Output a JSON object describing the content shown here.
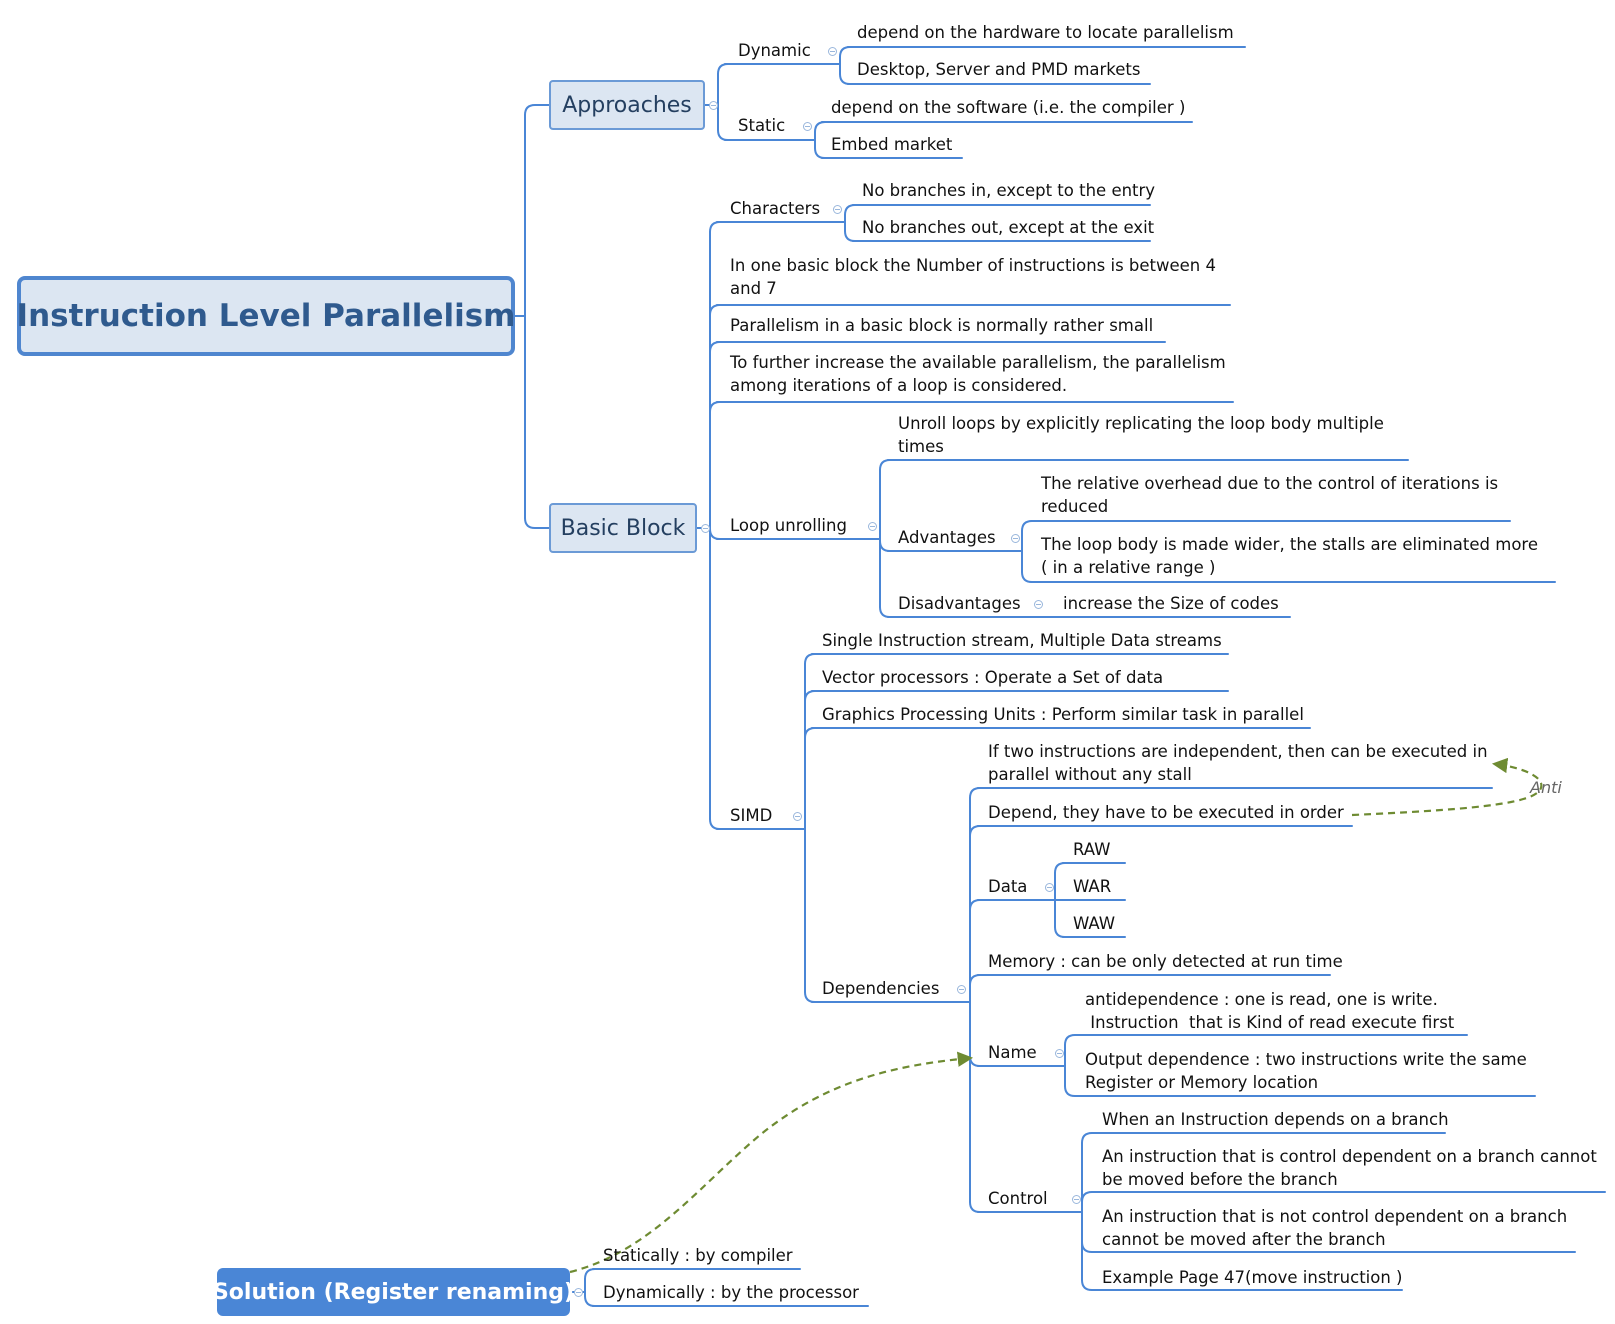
{
  "root": "Instruction Level Parallelism",
  "approaches": {
    "label": "Approaches",
    "dynamic": {
      "label": "Dynamic",
      "items": [
        "depend on the hardware to locate parallelism",
        "Desktop, Server and PMD markets"
      ]
    },
    "static": {
      "label": "Static",
      "items": [
        "depend on the software (i.e. the compiler )",
        "Embed market"
      ]
    }
  },
  "basic_block": {
    "label": "Basic Block",
    "characters": {
      "label": "Characters",
      "items": [
        "No branches in, except to the entry",
        "No branches out, except at the exit"
      ]
    },
    "instructions_count": [
      "In one basic block the Number of instructions is between 4",
      "and 7"
    ],
    "small_parallelism": "Parallelism in a basic block is normally rather small",
    "further": [
      "To further increase the available parallelism, the parallelism",
      "among iterations of a loop is considered."
    ],
    "loop_unrolling": {
      "label": "Loop unrolling",
      "unroll": [
        "Unroll loops by explicitly replicating the loop body multiple",
        "times"
      ],
      "advantages": {
        "label": "Advantages",
        "items": [
          [
            "The relative overhead due to the control of iterations is",
            "reduced"
          ],
          [
            "The loop body is made wider, the stalls are eliminated more",
            "( in a relative range )"
          ]
        ]
      },
      "disadvantages": {
        "label": "Disadvantages",
        "items": [
          "increase the Size of codes"
        ]
      }
    },
    "simd": {
      "label": "SIMD",
      "items": [
        "Single Instruction stream, Multiple Data streams",
        "Vector processors : Operate a Set of data",
        "Graphics Processing Units : Perform similar task in parallel"
      ],
      "dependencies": {
        "label": "Dependencies",
        "independent": [
          "If two instructions are independent, then can be executed in",
          "parallel without any stall"
        ],
        "depend": "Depend, they have to be executed in order",
        "data": {
          "label": "Data",
          "items": [
            "RAW",
            "WAR",
            "WAW"
          ]
        },
        "memory": "Memory : can be only detected at run time",
        "name": {
          "label": "Name",
          "items": [
            [
              "antidependence : one is read, one is write.",
              " Instruction  that is Kind of read execute first"
            ],
            [
              "Output dependence : two instructions write the same",
              "Register or Memory location"
            ]
          ]
        },
        "control": {
          "label": "Control",
          "items": [
            [
              "When an Instruction depends on a branch"
            ],
            [
              "An instruction that is control dependent on a branch cannot",
              "be moved before the branch"
            ],
            [
              "An instruction that is not control dependent on a branch",
              "cannot be moved after the branch"
            ],
            [
              "Example Page 47(move instruction )"
            ]
          ]
        }
      }
    }
  },
  "solution": {
    "label": "Solution (Register renaming)",
    "items": [
      "Statically : by compiler",
      "Dynamically : by the processor"
    ]
  },
  "relation_label": "Anti"
}
